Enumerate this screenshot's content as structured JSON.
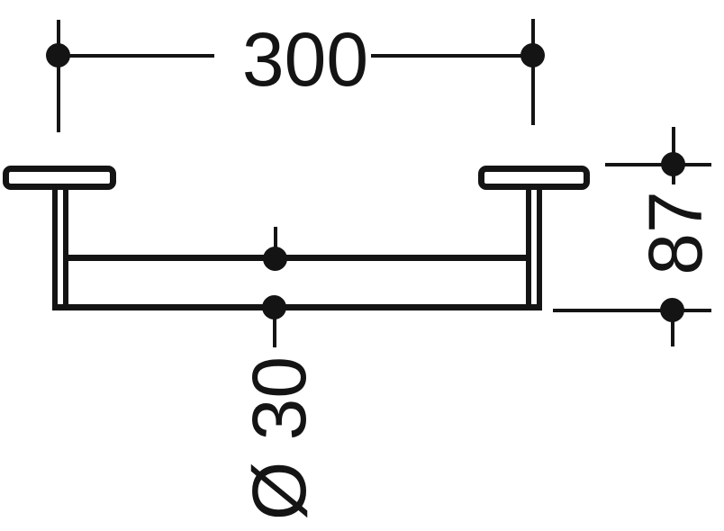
{
  "labels": {
    "width": "300",
    "height": "87",
    "diameter": "Ø 30"
  },
  "colors": {
    "ink": "#141414",
    "background": "#ffffff"
  }
}
